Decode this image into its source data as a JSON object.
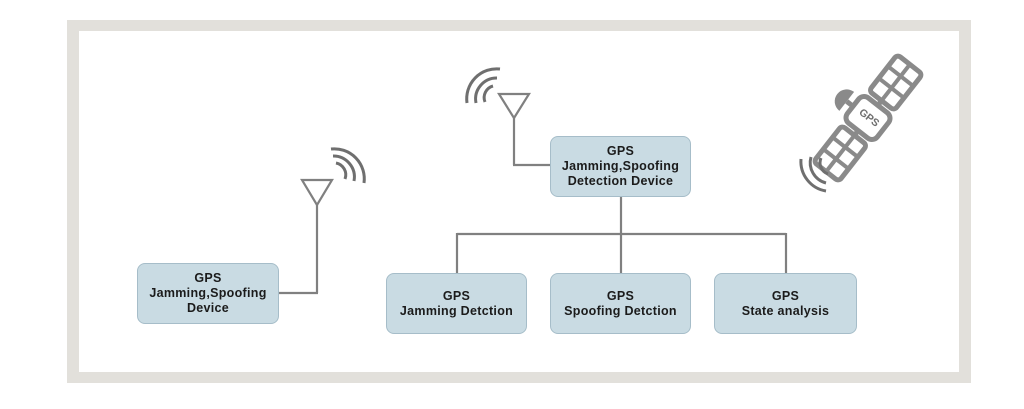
{
  "colors": {
    "frame": "#e2e0db",
    "box_fill": "#c9dbe3",
    "box_border": "#a6bdc9",
    "connector": "#808080",
    "icon": "#8a8a8a"
  },
  "icons": {
    "antenna_left": "antenna-icon",
    "antenna_top": "antenna-icon",
    "satellite": "satellite-icon"
  },
  "boxes": {
    "device": {
      "line1": "GPS",
      "line2": "Jamming,Spoofing",
      "line3": "Device"
    },
    "detection_device": {
      "line1": "GPS",
      "line2": "Jamming,Spoofing",
      "line3": "Detection Device"
    },
    "jamming_detection": {
      "line1": "GPS",
      "line2": "Jamming Detction"
    },
    "spoofing_detection": {
      "line1": "GPS",
      "line2": "Spoofing Detction"
    },
    "state_analysis": {
      "line1": "GPS",
      "line2": "State analysis"
    }
  },
  "satellite_label": "GPS"
}
